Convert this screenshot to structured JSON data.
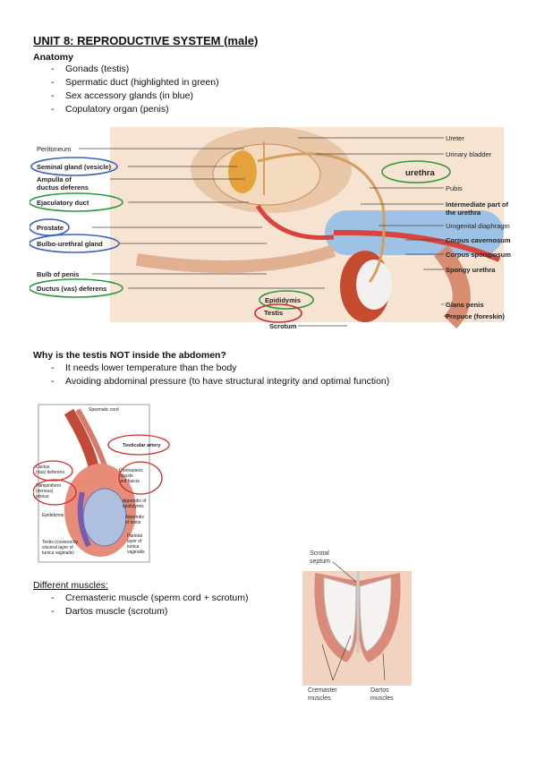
{
  "title": "UNIT 8: REPRODUCTIVE SYSTEM (male)",
  "anatomy": {
    "heading": "Anatomy",
    "items": [
      "Gonads (testis)",
      "Spermatic duct (highlighted in green)",
      "Sex accessory glands (in blue)",
      "Copulatory organ (penis)"
    ]
  },
  "diagram1": {
    "left_labels": [
      "Peritoneum",
      "Seminal gland (vesicle)",
      "Ampulla of",
      "ductus deferens",
      "Ejaculatory duct",
      "Prostate",
      "Bulbo-urethral gland",
      "Bulb of penis",
      "Ductus (vas) deferens"
    ],
    "right_labels": [
      "Ureter",
      "Urinary bladder",
      "Pubis",
      "Intermediate part of",
      "the urethra",
      "Urogenital diaphragm",
      "Corpus cavernosum",
      "Corpus spongiosum",
      "Spongy urethra",
      "Glans penis",
      "Prepuce (foreskin)"
    ],
    "center_labels": [
      "urethra",
      "Epididymis",
      "Testis",
      "Scrotum"
    ]
  },
  "why": {
    "heading": "Why is the testis NOT inside the abdomen?",
    "items": [
      "It needs lower temperature than the body",
      "Avoiding abdominal pressure (to have structural integrity and optimal function)"
    ]
  },
  "diagram2": {
    "labels": [
      "Spermatic cord",
      "Testicular artery",
      "Ductus",
      "(vas) deferens",
      "Pampiniform",
      "(venous)",
      "plexus",
      "Cremasteric",
      "muscle",
      "and fascia",
      "Appendix of",
      "epididymis",
      "Epididymis",
      "Appendix",
      "of testis",
      "Parietal",
      "layer of",
      "tunica",
      "vaginalis",
      "Testis (covered by",
      "visceral layer of",
      "tunica vaginalis)"
    ]
  },
  "muscles": {
    "heading": "Different muscles:",
    "items": [
      "Cremasteric muscle (sperm cord + scrotum)",
      "Dartos muscle (scrotum)"
    ]
  },
  "diagram3": {
    "labels": [
      "Scrotal",
      "septum",
      "Cremaster",
      "muscles",
      "Dartos",
      "muscles"
    ]
  },
  "colors": {
    "green": "#2e9a3a",
    "blue": "#3a63b8",
    "red": "#d42a2a"
  }
}
